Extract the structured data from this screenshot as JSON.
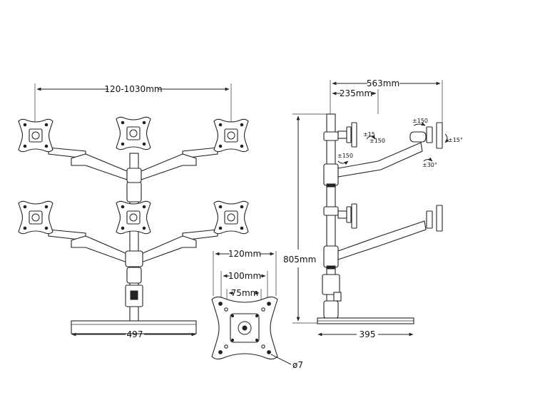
{
  "front_view": {
    "arm_span_label": "120-1030mm",
    "base_width_label": "497"
  },
  "side_view": {
    "total_depth_label": "563mm",
    "arm_depth_label": "235mm",
    "height_label": "805mm",
    "base_depth_label": "395",
    "swivel_label_1": "±15",
    "swivel_label_2": "±150",
    "swivel_label_3": "±150",
    "swivel_label_4": "±150",
    "tilt_label": "±15°",
    "rotate_label": "±30°"
  },
  "vesa_plate": {
    "outer_label": "120mm",
    "mid_label": "100mm",
    "inner_label": "75mm",
    "hole_label": "ø7"
  },
  "colors": {
    "line": "#222222",
    "background": "#ffffff"
  }
}
